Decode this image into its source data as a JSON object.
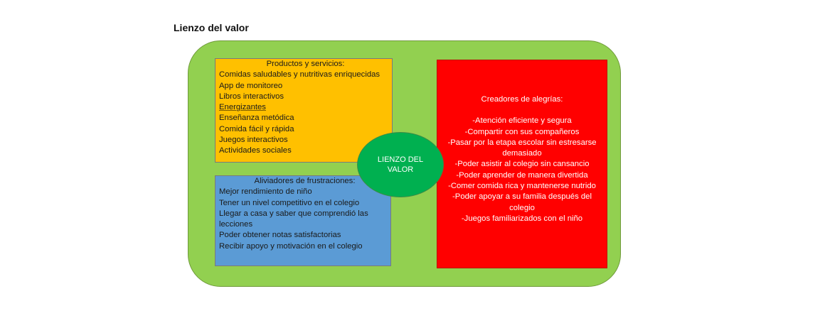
{
  "page": {
    "title": "Lienzo del valor"
  },
  "products": {
    "heading": "Productos y servicios:",
    "items": [
      "Comidas saludables y nutritivas enriquecidas",
      "App de monitoreo",
      "Libros interactivos",
      "Energizantes",
      "Enseñanza metódica",
      "Comida fácil y rápida",
      "Juegos interactivos",
      "Actividades sociales"
    ]
  },
  "relievers": {
    "heading": "Aliviadores de frustraciones:",
    "items": [
      "Mejor rendimiento de niño",
      "Tener un nivel competitivo en el colegio",
      "Llegar a casa y saber que comprendió las lecciones",
      "Poder obtener notas satisfactorias",
      "Recibir apoyo y motivación en el colegio"
    ]
  },
  "gains": {
    "heading": "Creadores de alegrías:",
    "items": [
      "-Atención eficiente y segura",
      "-Compartir con sus compañeros",
      "-Pasar por la etapa escolar sin estresarse demasiado",
      "-Poder asistir al colegio sin cansancio",
      "-Poder aprender de manera divertida",
      "-Comer comida rica y mantenerse nutrido",
      "-Poder apoyar a su familia después del colegio",
      "-Juegos familiarizados con el niño"
    ]
  },
  "center": {
    "label": "LIENZO DEL VALOR"
  },
  "colors": {
    "canvas": "#92d050",
    "products": "#ffc000",
    "relievers": "#5b9bd5",
    "gains": "#ff0000",
    "center": "#00b050"
  }
}
